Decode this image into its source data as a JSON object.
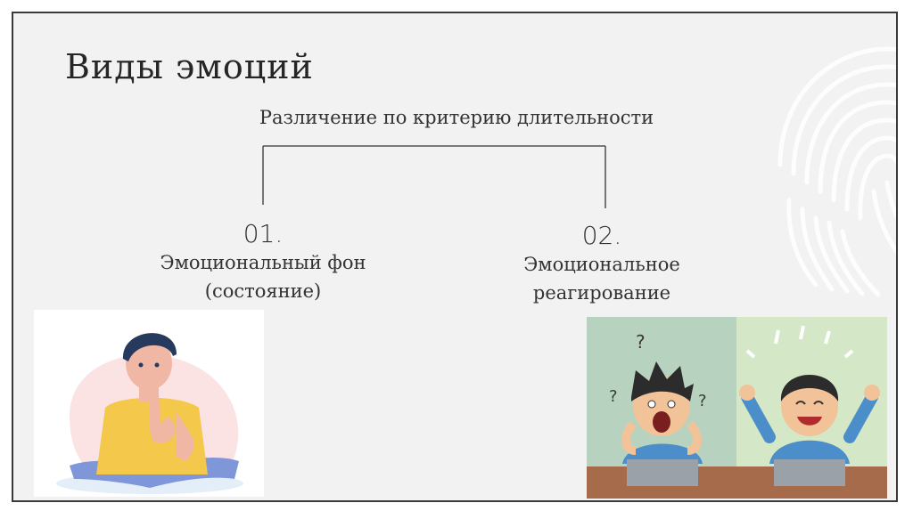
{
  "title": "Виды эмоций",
  "subtitle": "Различение по критерию длительности",
  "branches": [
    {
      "number": "01.",
      "line1": "Эмоциональный фон",
      "line2": "(состояние)"
    },
    {
      "number": "02.",
      "line1": "Эмоциональное",
      "line2": "реагирование"
    }
  ],
  "colors": {
    "background": "#f2f2f2",
    "text": "#262626",
    "line": "#333333"
  }
}
